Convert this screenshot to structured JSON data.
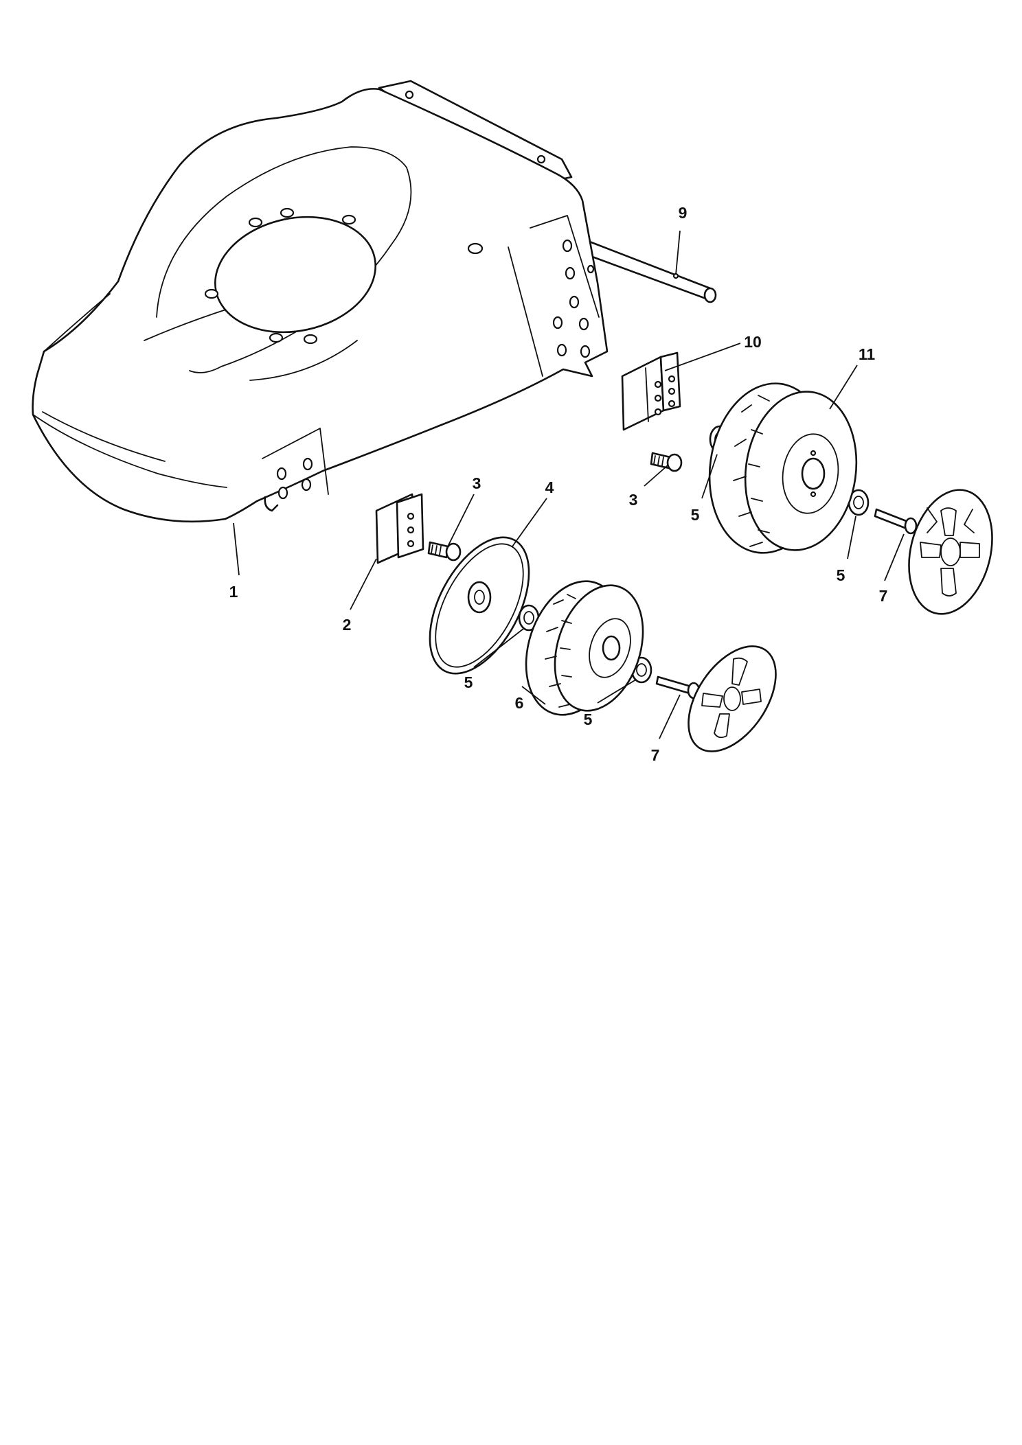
{
  "callouts": [
    {
      "id": "c1",
      "label": "1"
    },
    {
      "id": "c2",
      "label": "2"
    },
    {
      "id": "c3a",
      "label": "3"
    },
    {
      "id": "c3b",
      "label": "3"
    },
    {
      "id": "c4",
      "label": "4"
    },
    {
      "id": "c5a",
      "label": "5"
    },
    {
      "id": "c5b",
      "label": "5"
    },
    {
      "id": "c5c",
      "label": "5"
    },
    {
      "id": "c5d",
      "label": "5"
    },
    {
      "id": "c6",
      "label": "6"
    },
    {
      "id": "c7a",
      "label": "7"
    },
    {
      "id": "c7b",
      "label": "7"
    },
    {
      "id": "c9",
      "label": "9"
    },
    {
      "id": "c10",
      "label": "10"
    },
    {
      "id": "c11",
      "label": "11"
    }
  ]
}
